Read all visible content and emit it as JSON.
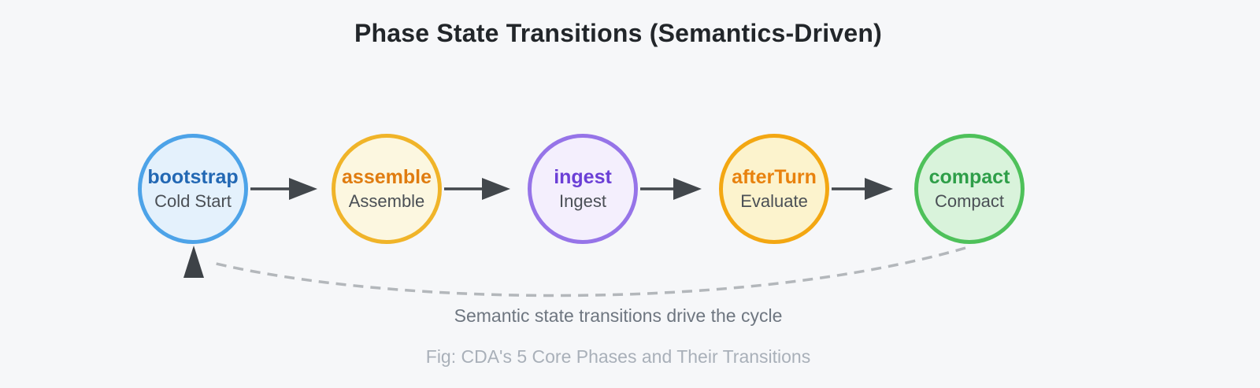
{
  "title": "Phase State Transitions (Semantics-Driven)",
  "diagram": {
    "nodes": [
      {
        "id": "bootstrap",
        "label": "bootstrap",
        "sublabel": "Cold Start",
        "border_color": "#4da3e8",
        "fill_color": "#e4f1fc",
        "label_color": "#2268b4"
      },
      {
        "id": "assemble",
        "label": "assemble",
        "sublabel": "Assemble",
        "border_color": "#f0b429",
        "fill_color": "#fcf7e0",
        "label_color": "#e07c10"
      },
      {
        "id": "ingest",
        "label": "ingest",
        "sublabel": "Ingest",
        "border_color": "#9674e8",
        "fill_color": "#f4effd",
        "label_color": "#6b3fd6"
      },
      {
        "id": "afterTurn",
        "label": "afterTurn",
        "sublabel": "Evaluate",
        "border_color": "#f3a712",
        "fill_color": "#fcf3cd",
        "label_color": "#e8820e"
      },
      {
        "id": "compact",
        "label": "compact",
        "sublabel": "Compact",
        "border_color": "#4ec15a",
        "fill_color": "#d9f3db",
        "label_color": "#2e9e48"
      }
    ],
    "flow": [
      "bootstrap",
      "assemble",
      "ingest",
      "afterTurn",
      "compact"
    ],
    "return_edge": {
      "from": "compact",
      "to": "bootstrap",
      "style": "dashed"
    },
    "cycle_label": "Semantic state transitions drive the cycle",
    "caption": "Fig: CDA's 5 Core Phases and Their Transitions"
  },
  "colors": {
    "background": "#f6f7f9",
    "title_text": "#22262a",
    "sublabel_text": "#4a4f55",
    "arrow": "#42474c",
    "dashed_edge": "#b3b7bb",
    "cycle_label_text": "#6e7680",
    "caption_text": "#a9b0b9"
  }
}
